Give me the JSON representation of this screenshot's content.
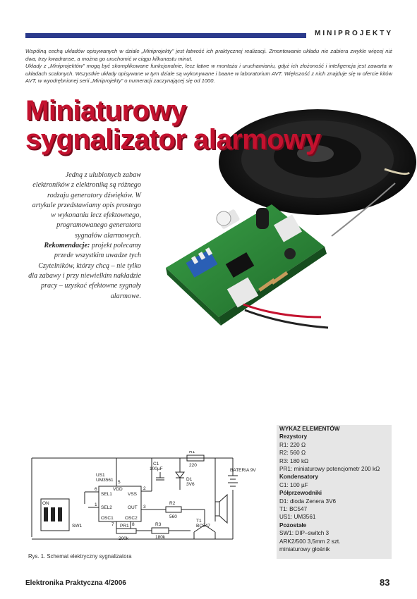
{
  "header": {
    "section_label": "MINIPROJEKTY"
  },
  "intro": {
    "p1": "Wspólną cechą układów opisywanych w dziale „Miniprojekty” jest łatwość ich praktycznej realizacji. Zmontowanie układu nie zabiera zwykle więcej niż dwa, trzy kwadranse, a można go uruchomić w ciągu kilkunastu minut.",
    "p2": "Układy z „Miniprojektów” mogą być skomplikowane funkcjonalnie, lecz łatwe w montażu i uruchamianiu, gdyż ich złożoność i inteligencja jest zawarta w układach scalonych. Wszystkie układy opisywane w tym dziale są wykonywane i baane w laboratorium AVT. Większość z nich znajduje się w ofercie kitów AVT, w wyodrębnionej serii „Miniprojekty” o numeracji zaczynającej się od 1000."
  },
  "title": {
    "line1": "Miniaturowy",
    "line2": "sygnalizator alarmowy"
  },
  "lead": {
    "text": "Jedną z ulubionych zabaw elektroników z elektroniką są różnego rodzaju generatory dźwięków. W artykule przedstawiamy opis prostego w wykonaniu lecz efektownego, programowanego generatora sygnałów alarmowych.",
    "rec_label": "Rekomendacje:",
    "rec_text": "projekt polecamy przede wszystkim uwadze tych Czytelników, którzy chcą – nie tylko dla zabawy i przy niewielkim nakładzie pracy – uzyskać efektowne sygnały alarmowe."
  },
  "parts": {
    "title": "WYKAZ ELEMENTÓW",
    "groups": [
      {
        "name": "Rezystory",
        "items": [
          "R1: 220 Ω",
          "R2: 560 Ω",
          "R3: 180 kΩ",
          "PR1: miniaturowy potencjometr 200 kΩ"
        ]
      },
      {
        "name": "Kondensatory",
        "items": [
          "C1: 100 µF"
        ]
      },
      {
        "name": "Półprzewodniki",
        "items": [
          "D1: dioda Zenera 3V6",
          "T1: BC547",
          "US1: UM3561"
        ]
      },
      {
        "name": "Pozostałe",
        "items": [
          "SW1: DIP–switch 3",
          "ARK2/500 3,5mm 2 szt.",
          "miniaturowy głośnik"
        ]
      }
    ]
  },
  "schematic": {
    "labels": {
      "r1": "R1",
      "r1v": "220",
      "c1": "C1",
      "c1v": "100µF",
      "d1": "D1",
      "d1v": "3V6",
      "bat": "BATERIA 9V",
      "us1": "US1",
      "us1v": "UM3561",
      "vdd": "VDD",
      "vss": "VSS",
      "sel1": "SEL1",
      "sel2": "SEL2",
      "out": "OUT",
      "osc1": "OSC1",
      "osc2": "OSC2",
      "r2": "R2",
      "r2v": "560",
      "r3": "R3",
      "r3v": "180k",
      "pr1": "PR1",
      "pr1v": "200k",
      "t1": "T1",
      "t1v": "BC547",
      "sw1": "SW1",
      "on": "ON",
      "p5": "5",
      "p6": "6",
      "p1": "1",
      "p2": "2",
      "p3": "3",
      "p7": "7",
      "p8": "8"
    },
    "caption": "Rys. 1. Schemat elektryczny sygnalizatora"
  },
  "footer": {
    "magazine": "Elektronika Praktyczna 4/2006",
    "page": "83"
  },
  "colors": {
    "accent_blue": "#2b3a8c",
    "title_red": "#c4122f",
    "pcb_green": "#2f8a3a"
  }
}
